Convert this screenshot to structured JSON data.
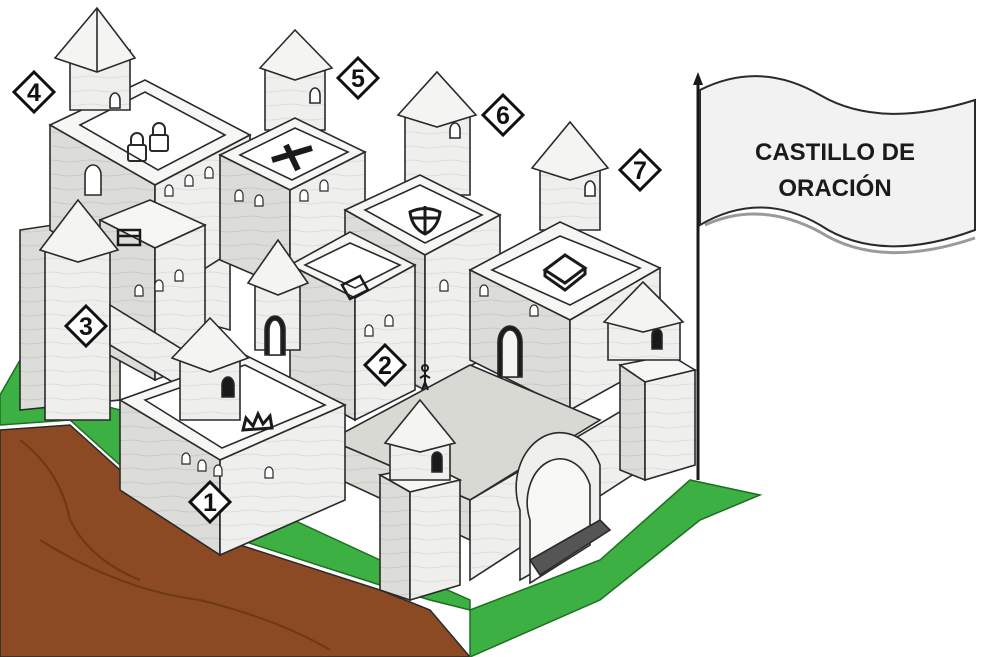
{
  "flag": {
    "line1": "CASTILLO DE",
    "line2": "ORACIÓN"
  },
  "labels": {
    "one": "1",
    "two": "2",
    "three": "3",
    "four": "4",
    "five": "5",
    "six": "6",
    "seven": "7"
  },
  "colors": {
    "grass": "#3cb043",
    "dirt": "#8b4a24",
    "stone": "#efefee",
    "stone_shadow": "#cfcfcc",
    "outline": "#2a2a2a",
    "flag": "#f2f2f2"
  },
  "icons": {
    "tower_1": "crown-icon",
    "tower_2": "document-icon",
    "tower_3": "chest-icon",
    "tower_4": "padlocks-icon",
    "tower_5": "cross-icon",
    "tower_6": "shield-icon",
    "tower_7": "book-icon"
  }
}
